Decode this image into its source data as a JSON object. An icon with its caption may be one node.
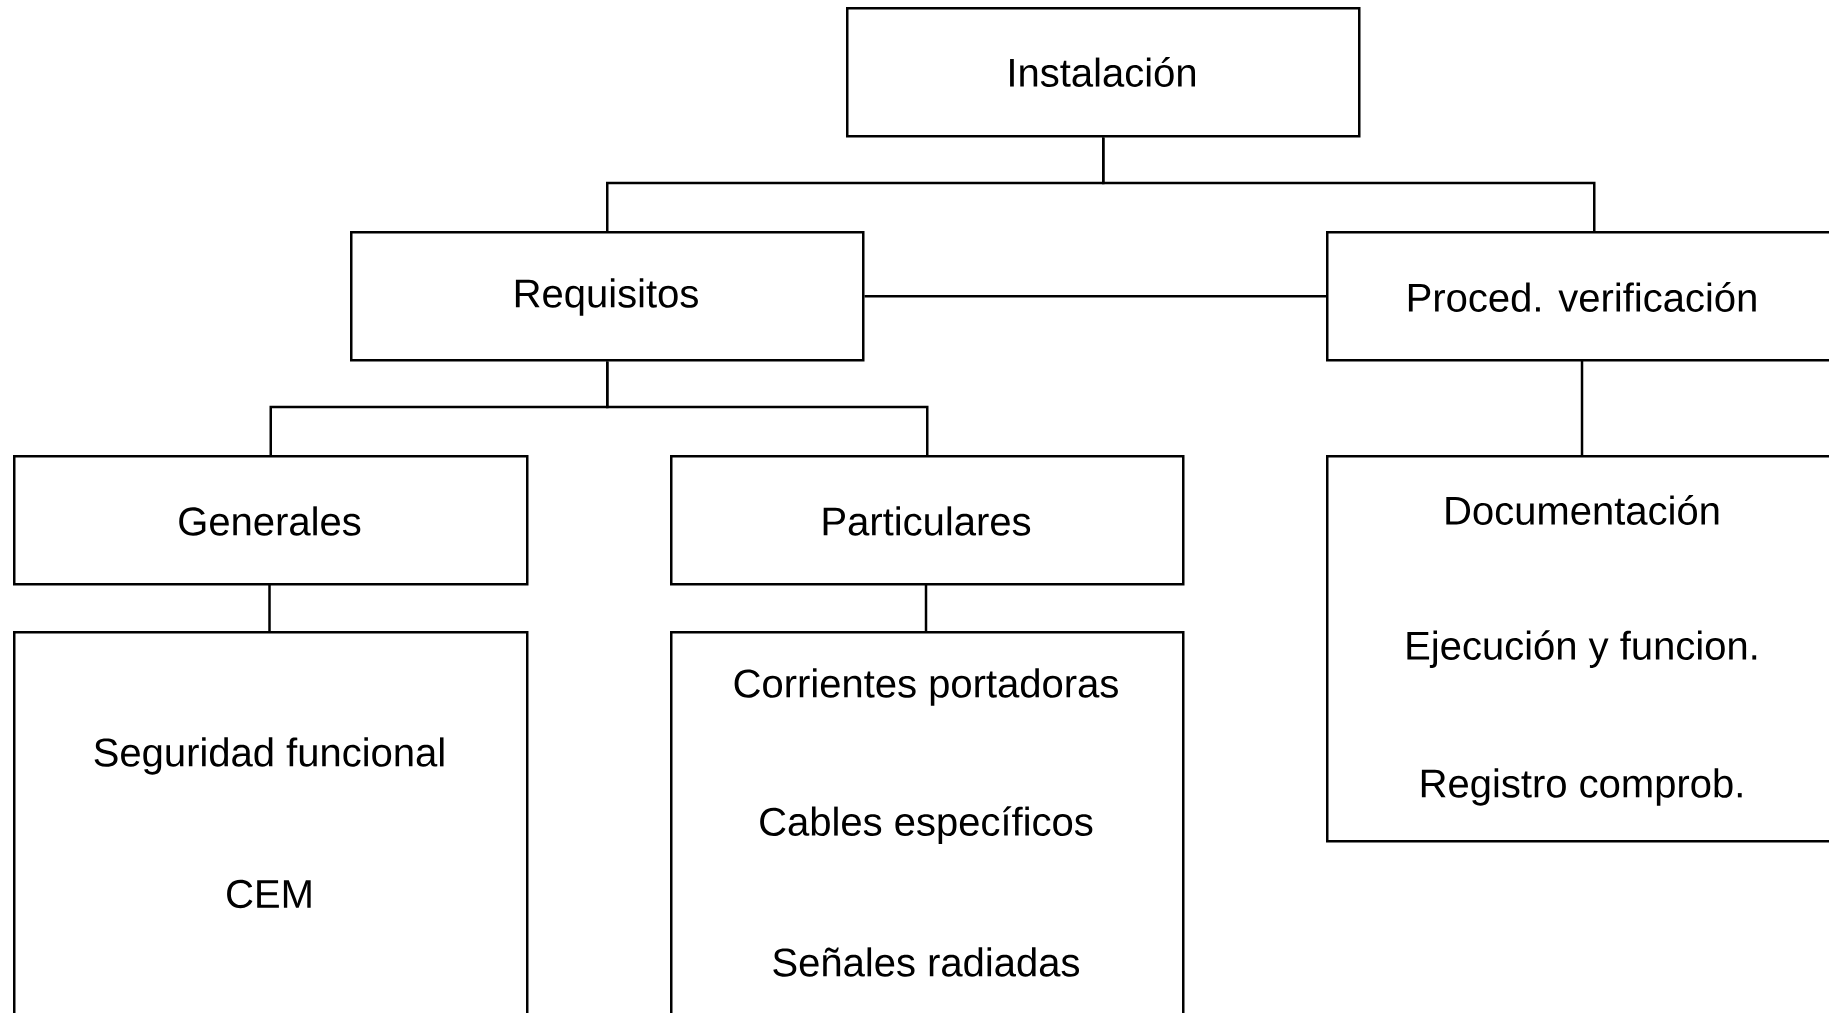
{
  "diagram": {
    "nodes": [
      {
        "text": [
          "Instalación"
        ]
      },
      {
        "text": [
          "Requisitos"
        ]
      },
      {
        "text": [
          "Proced. verificación"
        ]
      },
      {
        "text": [
          "Generales"
        ]
      },
      {
        "text": [
          "Particulares"
        ]
      },
      {
        "text": [
          "Documentación",
          "Ejecución y funcion.",
          "Registro comprob."
        ]
      },
      {
        "text": [
          "Seguridad funcional",
          "CEM"
        ]
      },
      {
        "text": [
          "Corrientes portadoras",
          "Cables específicos",
          "Señales radiadas"
        ]
      }
    ],
    "edges": [
      {
        "from": 0,
        "to": 1,
        "arrow": "none"
      },
      {
        "from": 0,
        "to": 2,
        "arrow": "none"
      },
      {
        "from": 1,
        "to": 2,
        "arrow": "none"
      },
      {
        "from": 1,
        "to": 3,
        "arrow": "none"
      },
      {
        "from": 1,
        "to": 4,
        "arrow": "none"
      },
      {
        "from": 2,
        "to": 5,
        "arrow": "none"
      },
      {
        "from": 3,
        "to": 6,
        "arrow": "none"
      },
      {
        "from": 4,
        "to": 7,
        "arrow": "none"
      }
    ]
  }
}
